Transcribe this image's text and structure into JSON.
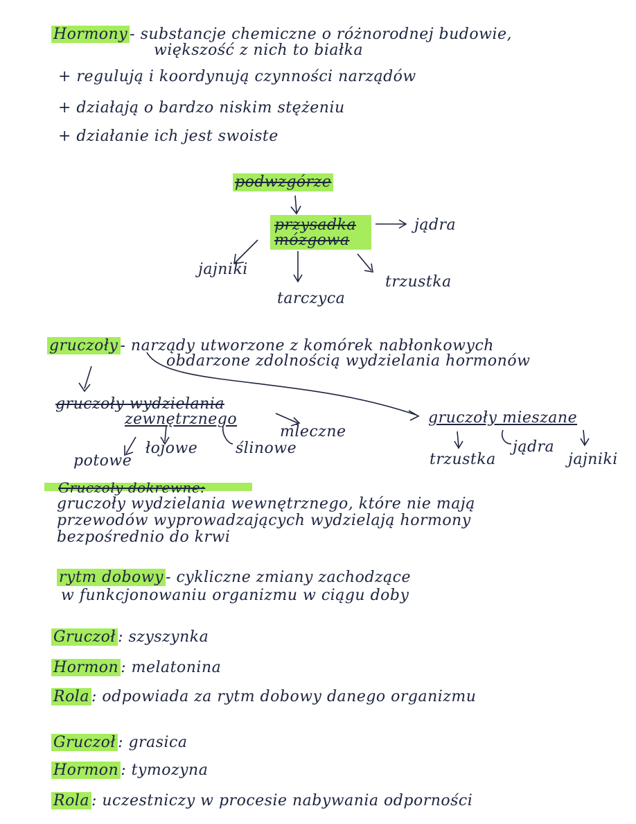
{
  "section1": {
    "term": "Hormony",
    "definition_l1": "- substancje chemiczne o różnorodnej budowie,",
    "definition_l2": "większość z nich to białka",
    "b1": "+ regulują i koordynują czynności narządów",
    "b2": "+ działają o bardzo niskim stężeniu",
    "b3": "+ działanie ich jest swoiste"
  },
  "diagram": {
    "top": "podwzgórze",
    "center_l1": "przysadka",
    "center_l2": "mózgowa",
    "right": "jądra",
    "left": "jajniki",
    "bottom": "tarczyca",
    "bottom_right": "trzustka"
  },
  "section2": {
    "term": "gruczoły",
    "definition_l1": "- narządy utworzone z komórek nabłonkowych",
    "definition_l2": "obdarzone zdolnością wydzielania hormonów",
    "exo_l1": "gruczoły wydzielania",
    "exo_l2": "zewnętrznego",
    "exo_a": "mleczne",
    "exo_b": "łojowe",
    "exo_c": "ślinowe",
    "exo_d": "potowe",
    "mixed": "gruczoły mieszane",
    "mixed_a": "trzustka",
    "mixed_b": "jądra",
    "mixed_c": "jajniki"
  },
  "section3": {
    "term": "Gruczoły dokrewne:",
    "l1": "gruczoły wydzielania wewnętrznego, które nie mają",
    "l2": "przewodów wyprowadzających wydzielają hormony",
    "l3": "bezpośrednio do krwi"
  },
  "section4": {
    "term": "rytm dobowy",
    "l1": "- cykliczne zmiany zachodzące",
    "l2": "w funkcjonowaniu organizmu w ciągu doby"
  },
  "entry1": {
    "k1": "Gruczoł",
    "v1": ": szyszynka",
    "k2": "Hormon",
    "v2": ": melatonina",
    "k3": "Rola",
    "v3": ": odpowiada za rytm dobowy danego organizmu"
  },
  "entry2": {
    "k1": "Gruczoł",
    "v1": ": grasica",
    "k2": "Hormon",
    "v2": ": tymozyna",
    "k3": "Rola",
    "v3": ": uczestniczy w procesie nabywania odporności"
  }
}
